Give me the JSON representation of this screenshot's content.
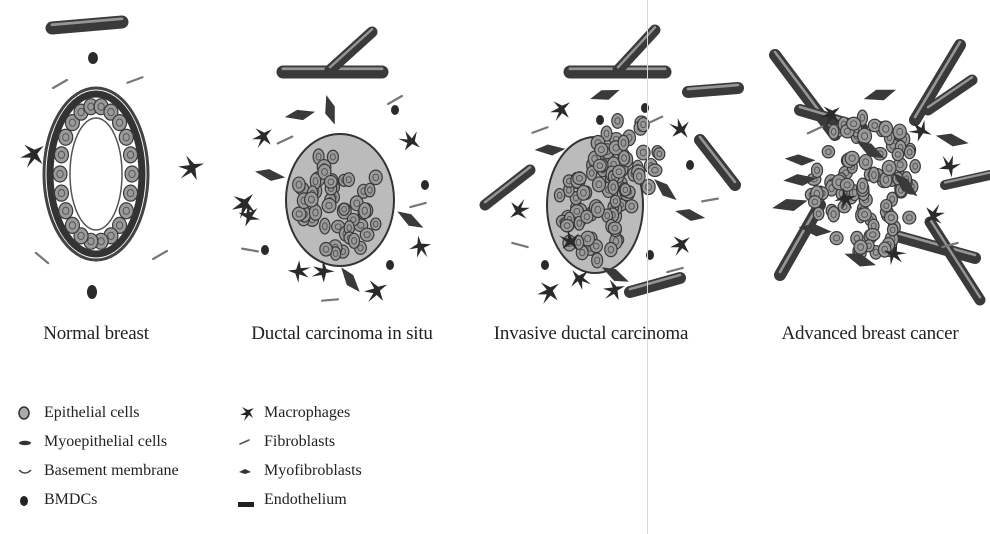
{
  "stages": [
    {
      "label": "Normal breast"
    },
    {
      "label": "Ductal carcinoma in situ"
    },
    {
      "label": "Invasive ductal carcinoma"
    },
    {
      "label": "Advanced breast cancer"
    }
  ],
  "legend": {
    "left": [
      {
        "label": "Epithelial cells",
        "icon": "epithelial-cell-icon"
      },
      {
        "label": "Myoepithelial cells",
        "icon": "myoepithelial-cell-icon"
      },
      {
        "label": "Basement membrane",
        "icon": "basement-membrane-icon"
      },
      {
        "label": "BMDCs",
        "icon": "bmdc-icon"
      }
    ],
    "right": [
      {
        "label": "Macrophages",
        "icon": "macrophage-icon"
      },
      {
        "label": "Fibroblasts",
        "icon": "fibroblast-icon"
      },
      {
        "label": "Myofibroblasts",
        "icon": "myofibroblast-icon"
      },
      {
        "label": "Endothelium",
        "icon": "endothelium-icon"
      }
    ]
  },
  "colors": {
    "ink": "#2a2a2a",
    "cell_fill": "#9a9a9a",
    "cell_nucleus": "#555555",
    "vessel": "#3a3a3a",
    "vessel_highlight": "#bdbdbd"
  }
}
